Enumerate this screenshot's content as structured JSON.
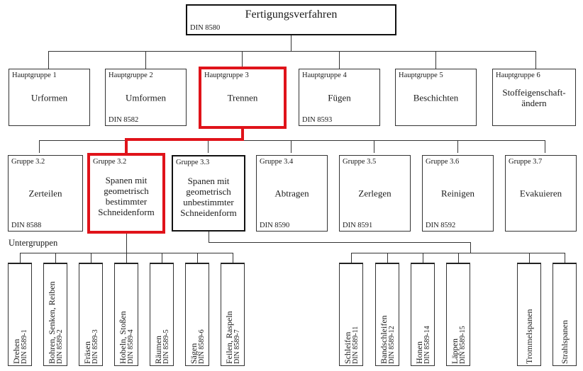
{
  "root": {
    "name": "Fertigungsverfahren",
    "din": "DIN 8580"
  },
  "hauptgruppen": [
    {
      "code": "Hauptgruppe 1",
      "name": "Urformen",
      "din": ""
    },
    {
      "code": "Hauptgruppe 2",
      "name": "Umformen",
      "din": "DIN 8582"
    },
    {
      "code": "Hauptgruppe 3",
      "name": "Trennen",
      "din": ""
    },
    {
      "code": "Hauptgruppe 4",
      "name": "Fügen",
      "din": "DIN 8593"
    },
    {
      "code": "Hauptgruppe 5",
      "name": "Beschichten",
      "din": ""
    },
    {
      "code": "Hauptgruppe 6",
      "name": "Stoffeigenschaft-\nändern",
      "din": ""
    }
  ],
  "gruppen": [
    {
      "code": "Gruppe 3.2",
      "name": "Zerteilen",
      "din": "DIN 8588"
    },
    {
      "code": "Gruppe 3.2",
      "name": "Spanen mit\ngeometrisch\nbestimmter\nSchneidenform",
      "din": ""
    },
    {
      "code": "Gruppe 3.3",
      "name": "Spanen mit\ngeometrisch\nunbestimmter\nSchneidenform",
      "din": ""
    },
    {
      "code": "Gruppe 3.4",
      "name": "Abtragen",
      "din": "DIN 8590"
    },
    {
      "code": "Gruppe 3.5",
      "name": "Zerlegen",
      "din": "DIN 8591"
    },
    {
      "code": "Gruppe 3.6",
      "name": "Reinigen",
      "din": "DIN 8592"
    },
    {
      "code": "Gruppe 3.7",
      "name": "Evakuieren",
      "din": ""
    }
  ],
  "untergruppen_label": "Untergruppen",
  "untergruppen": [
    {
      "name": "Drehen",
      "din": "DIN 8589-1"
    },
    {
      "name": "Bohren, Senken, Reiben",
      "din": "DIN 8589-2"
    },
    {
      "name": "Fräsen",
      "din": "DIN 8589-3"
    },
    {
      "name": "Hobeln, Stoßen",
      "din": "DIN 8589-4"
    },
    {
      "name": "Räumen",
      "din": "DIN 8589-5"
    },
    {
      "name": "Sägen",
      "din": "DIN 8589-6"
    },
    {
      "name": "Feilen, Raspeln",
      "din": "DIN 8589-7"
    },
    {
      "name": "Schleifen",
      "din": "DIN 8589-11"
    },
    {
      "name": "Bandschleifen",
      "din": "DIN 8589-12"
    },
    {
      "name": "Honen",
      "din": "DIN 8589-14"
    },
    {
      "name": "Läppen",
      "din": "DIN 8589-15"
    },
    {
      "name": "Trommelspanen",
      "din": ""
    },
    {
      "name": "Strahlspanen",
      "din": ""
    }
  ],
  "colors": {
    "highlight": "#e0131a",
    "line": "#333333"
  }
}
